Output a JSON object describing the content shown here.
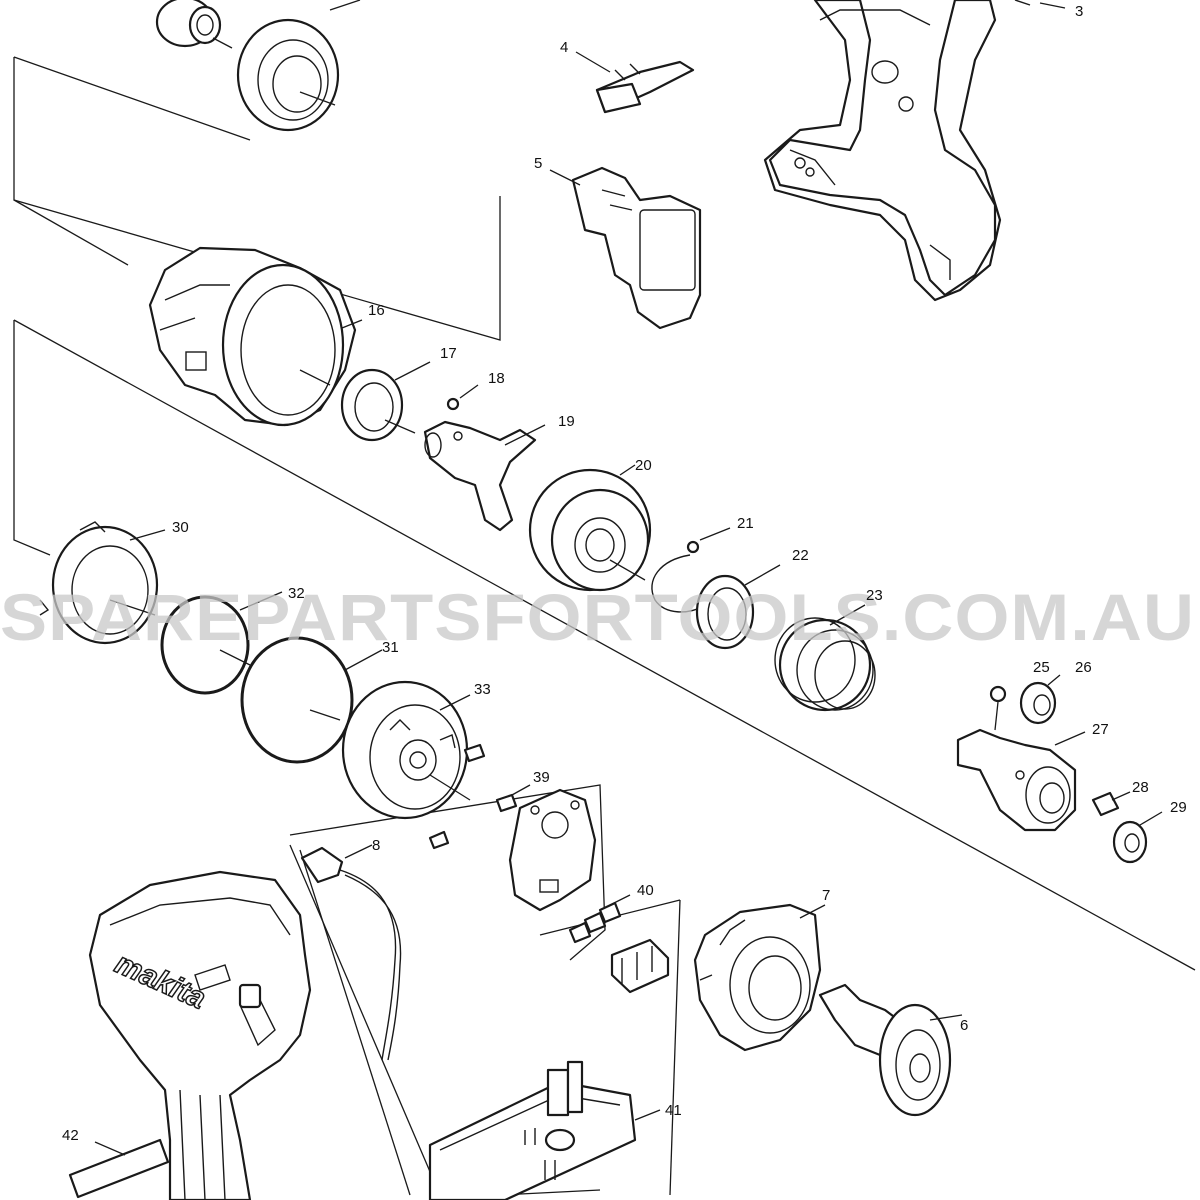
{
  "watermark": {
    "text": "SPAREPARTSFORTOOLS.COM.AU"
  },
  "brand_logo": {
    "text": "makita"
  },
  "callouts": [
    {
      "id": "3",
      "label": "3"
    },
    {
      "id": "4",
      "label": "4"
    },
    {
      "id": "5",
      "label": "5"
    },
    {
      "id": "6",
      "label": "6"
    },
    {
      "id": "7",
      "label": "7"
    },
    {
      "id": "8",
      "label": "8"
    },
    {
      "id": "16",
      "label": "16"
    },
    {
      "id": "17",
      "label": "17"
    },
    {
      "id": "18",
      "label": "18"
    },
    {
      "id": "19",
      "label": "19"
    },
    {
      "id": "20",
      "label": "20"
    },
    {
      "id": "21",
      "label": "21"
    },
    {
      "id": "22",
      "label": "22"
    },
    {
      "id": "23",
      "label": "23"
    },
    {
      "id": "25",
      "label": "25"
    },
    {
      "id": "26",
      "label": "26"
    },
    {
      "id": "27",
      "label": "27"
    },
    {
      "id": "28",
      "label": "28"
    },
    {
      "id": "29",
      "label": "29"
    },
    {
      "id": "30",
      "label": "30"
    },
    {
      "id": "31",
      "label": "31"
    },
    {
      "id": "32",
      "label": "32"
    },
    {
      "id": "33",
      "label": "33"
    },
    {
      "id": "39",
      "label": "39"
    },
    {
      "id": "40",
      "label": "40"
    },
    {
      "id": "41",
      "label": "41"
    },
    {
      "id": "42",
      "label": "42"
    }
  ]
}
